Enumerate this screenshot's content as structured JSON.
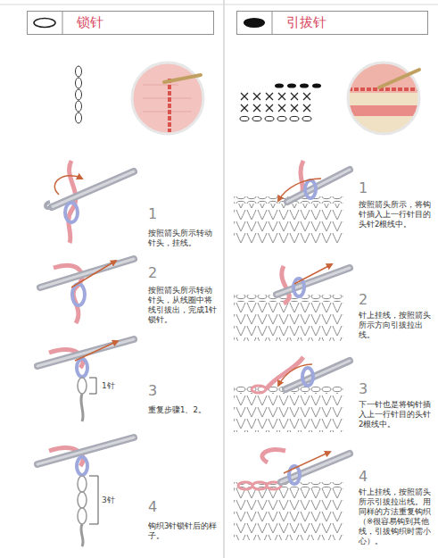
{
  "diagram": {
    "nodes": [
      {
        "text": [
          "锁针"
        ]
      },
      {
        "text": [
          "引拔针"
        ]
      }
    ],
    "labels": [
      "1",
      "按照箭头所示转动针头，挂线。",
      "2",
      "按照箭头所示转动针头，从线圈中将线引拔出，完成1针锁针。",
      "1针",
      "3",
      "重复步骤1、2。",
      "3针",
      "4",
      "钩织3针锁针后的样子。",
      "1",
      "按照箭头所示，将钩针插入上一行针目的头针2根线中。",
      "2",
      "针上挂线，按照箭头所示方向引拔拉出线。",
      "3",
      "下一针也是将钩针插入上一行针目的头针2根线中。",
      "4",
      "针上挂线，按照箭头所示引拔拉出线。用同样的方法重复钩织（※很容易钩到其他线，引拔钩织时需小心）。"
    ]
  }
}
